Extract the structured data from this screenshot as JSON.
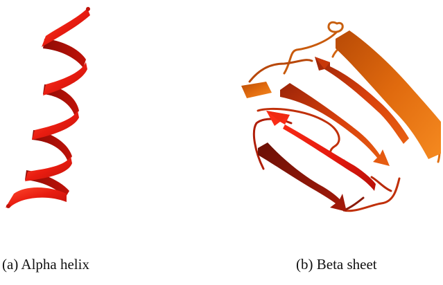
{
  "panels": [
    {
      "id": "a",
      "caption": "(a) Alpha helix",
      "colors": {
        "ribbon": "#e01a10",
        "ribbon_dark": "#a80e08",
        "ribbon_light": "#ff3a24"
      }
    },
    {
      "id": "b",
      "caption": "(b) Beta sheet",
      "colors": {
        "orange": "#d9650c",
        "orange_light": "#ef8a1c",
        "red": "#e0190f",
        "dark_red": "#7a1208"
      }
    }
  ]
}
